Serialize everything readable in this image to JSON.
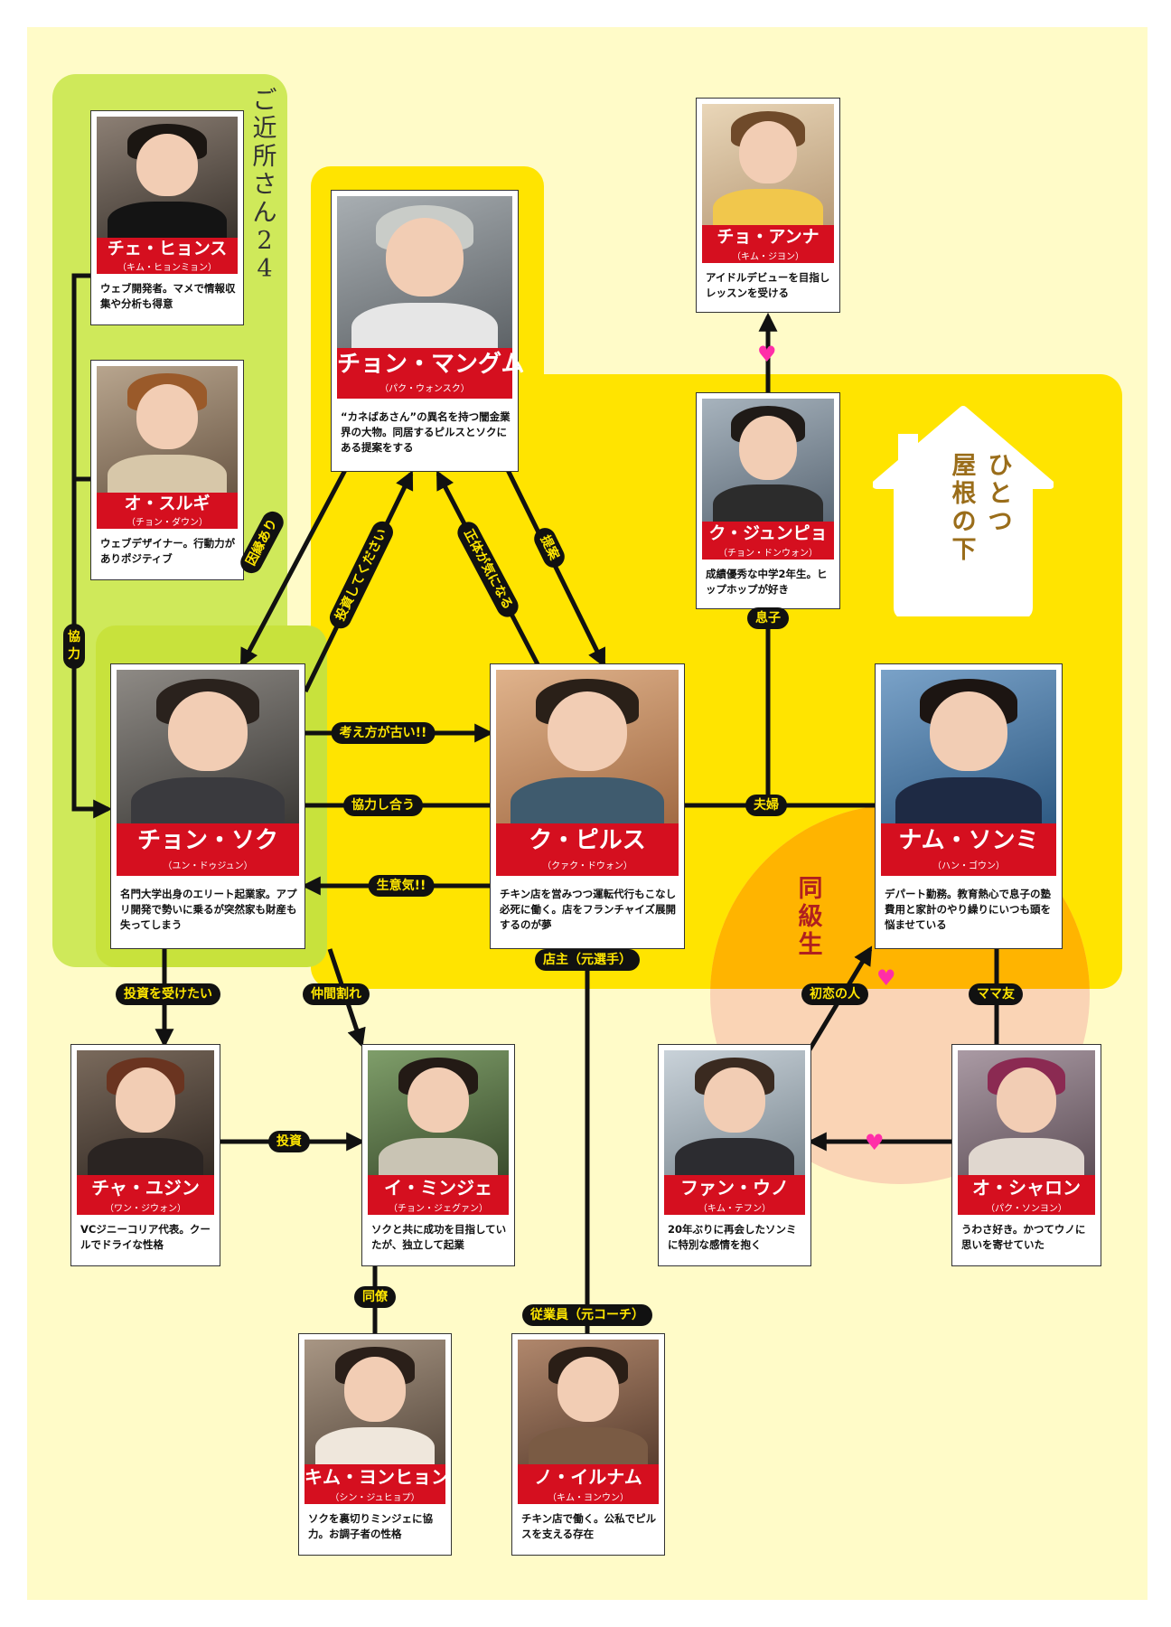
{
  "zones": {
    "neighbors": "ご近所さん24",
    "house_right": "ひとつ",
    "house_left": "屋根の下",
    "classmates": "同級生"
  },
  "characters": {
    "hyeonsu": {
      "name": "チェ・ヒョンス",
      "actor": "（キム・ヒョンミョン）",
      "desc": "ウェブ開発者。マメで情報収集や分析も得意"
    },
    "seulgi": {
      "name": "オ・スルギ",
      "actor": "（チョン・ダウン）",
      "desc": "ウェブデザイナー。行動力がありポジティブ"
    },
    "mangum": {
      "name": "チョン・マングム",
      "actor": "（パク・ウォンスク）",
      "desc": "“カネばあさん”の異名を持つ闇金業界の大物。同居するピルスとソクにある提案をする"
    },
    "anna": {
      "name": "チョ・アンナ",
      "actor": "（キム・ジヨン）",
      "desc": "アイドルデビューを目指しレッスンを受ける"
    },
    "junpyo": {
      "name": "ク・ジュンピョ",
      "actor": "（チョン・ドンウォン）",
      "desc": "成績優秀な中学2年生。ヒップホップが好き"
    },
    "seok": {
      "name": "チョン・ソク",
      "actor": "（ユン・ドゥジュン）",
      "desc": "名門大学出身のエリート起業家。アプリ開発で勢いに乗るが突然家も財産も失ってしまう"
    },
    "pilsu": {
      "name": "ク・ピルス",
      "actor": "（クァク・ドウォン）",
      "desc": "チキン店を営みつつ運転代行もこなし必死に働く。店をフランチャイズ展開するのが夢"
    },
    "sonmi": {
      "name": "ナム・ソンミ",
      "actor": "（ハン・ゴウン）",
      "desc": "デパート勤務。教育熱心で息子の塾費用と家計のやり繰りにいつも頭を悩ませている"
    },
    "yujin": {
      "name": "チャ・ユジン",
      "actor": "（ワン・ジウォン）",
      "desc": "VCジニーコリア代表。クールでドライな性格"
    },
    "minjae": {
      "name": "イ・ミンジェ",
      "actor": "（チョン・ジェグァン）",
      "desc": "ソクと共に成功を目指していたが、独立して起業"
    },
    "uno": {
      "name": "ファン・ウノ",
      "actor": "（キム・テフン）",
      "desc": "20年ぶりに再会したソンミに特別な感情を抱く"
    },
    "sharon": {
      "name": "オ・シャロン",
      "actor": "（パク・ソンヨン）",
      "desc": "うわさ好き。かつてウノに思いを寄せていた"
    },
    "yonghyeon": {
      "name": "キム・ヨンヒョン",
      "actor": "（シン・ジュヒョプ）",
      "desc": "ソクを裏切りミンジェに協力。お調子者の性格"
    },
    "ilnam": {
      "name": "ノ・イルナム",
      "actor": "（キム・ヨンウン）",
      "desc": "チキン店で働く。公私でピルスを支える存在"
    }
  },
  "relations": {
    "cooperation": "協力",
    "fate": "因縁あり",
    "invest_please": "投資してください",
    "curious_identity": "正体が気になる",
    "proposal": "提案",
    "old_fashioned": "考え方が古い!!",
    "cooperate_mutually": "協力し合う",
    "cheeky": "生意気!!",
    "couple": "夫婦",
    "son": "息子",
    "want_investment": "投資を受けたい",
    "falling_out": "仲間割れ",
    "investment": "投資",
    "colleague": "同僚",
    "owner": "店主（元選手）",
    "employee": "従業員（元コーチ）",
    "first_love": "初恋の人",
    "mom_friend": "ママ友"
  }
}
